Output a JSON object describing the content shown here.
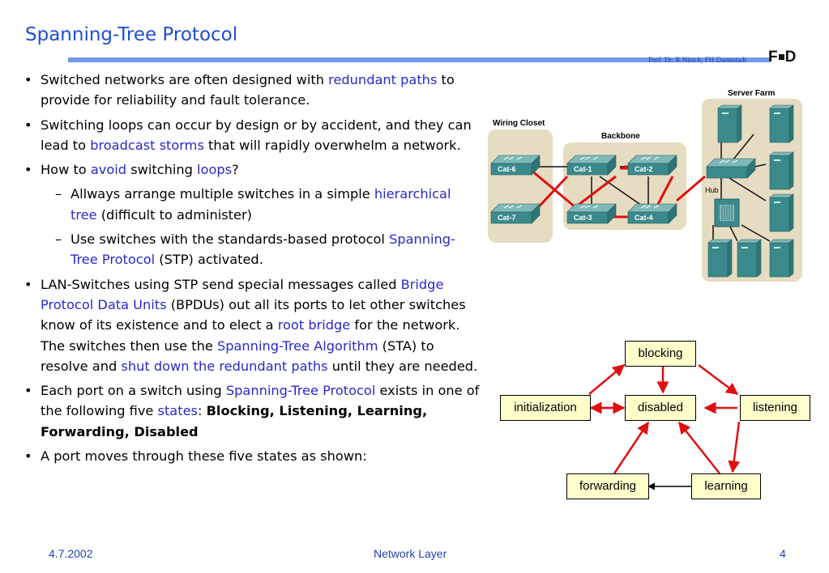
{
  "slide": {
    "title": "Spanning-Tree Protocol",
    "author": "Prof. Dr. R.Nitsch, FH Darmstadt",
    "logo": {
      "left": "F",
      "right": "D"
    }
  },
  "bullets": {
    "b1": {
      "t1": "Switched networks are often designed with ",
      "h1": "redundant paths",
      "t2": " to provide for reliability and fault tolerance."
    },
    "b2": {
      "t1": "Switching loops can occur by design or by accident, and they can lead to ",
      "h1": "broadcast storms",
      "t2": " that will rapidly overwhelm a network."
    },
    "b3": {
      "t1": "How to ",
      "h1": "avoid",
      "t2": " switching ",
      "h2": "loops",
      "t3": "?"
    },
    "b3a": {
      "t1": "Allways arrange multiple switches in a simple ",
      "h1": "hierarchical tree",
      "t2": " (difficult to administer)"
    },
    "b3b": {
      "t1": "Use switches with the standards-based protocol ",
      "h1": "Spanning-Tree Protocol",
      "t2": " (STP) activated."
    },
    "b4": {
      "t1": "LAN-Switches using STP send special messages called ",
      "h1": "Bridge Protocol Data Units",
      "t2": " (BPDUs) out all its ports to let other switches know of its existence and to elect a ",
      "h2": "root bridge",
      "t3": " for the network. The switches then use the ",
      "h3": "Spanning-Tree Algorithm",
      "t4": " (STA) to resolve and ",
      "h4": "shut down the redundant paths",
      "t5": " until they are needed."
    },
    "b5": {
      "t1": "Each port on a switch using ",
      "h1": "Spanning-Tree Protocol",
      "t2": " exists in one of the following five ",
      "h2": "states",
      "t3": ": ",
      "b1": "Blocking, Listening, Learning, Forwarding, Disabled"
    },
    "b6": {
      "t1": "A port moves through these five states as shown:"
    }
  },
  "network": {
    "wiring_closet": "Wiring Closet",
    "backbone": "Backbone",
    "server_farm": "Server Farm",
    "hub": "Hub",
    "switches": [
      "Cat-6",
      "Cat-7",
      "Cat-1",
      "Cat-2",
      "Cat-3",
      "Cat-4"
    ]
  },
  "states": {
    "blocking": "blocking",
    "initialization": "initialization",
    "disabled": "disabled",
    "listening": "listening",
    "forwarding": "forwarding",
    "learning": "learning"
  },
  "colors": {
    "title": "#1f4fd0",
    "highlight": "#2929cc",
    "arrow": "#e01010",
    "state_fill": "#ffffcc",
    "switch": "#3a8a8c"
  },
  "footer": {
    "date": "4.7.2002",
    "center": "Network Layer",
    "page": "4"
  }
}
